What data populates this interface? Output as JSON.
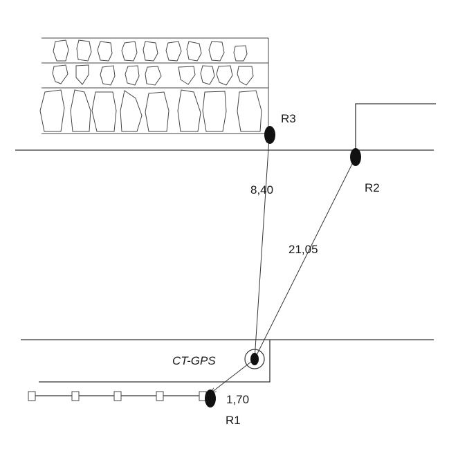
{
  "diagram": {
    "stations": {
      "r1": "R1",
      "r2": "R2",
      "r3": "R3",
      "base": "CT-GPS"
    },
    "distances": {
      "to_r1": "1,70",
      "to_r2": "21,05",
      "to_r3": "8,40"
    },
    "colors": {
      "line": "#333333",
      "marker": "#111111"
    }
  }
}
